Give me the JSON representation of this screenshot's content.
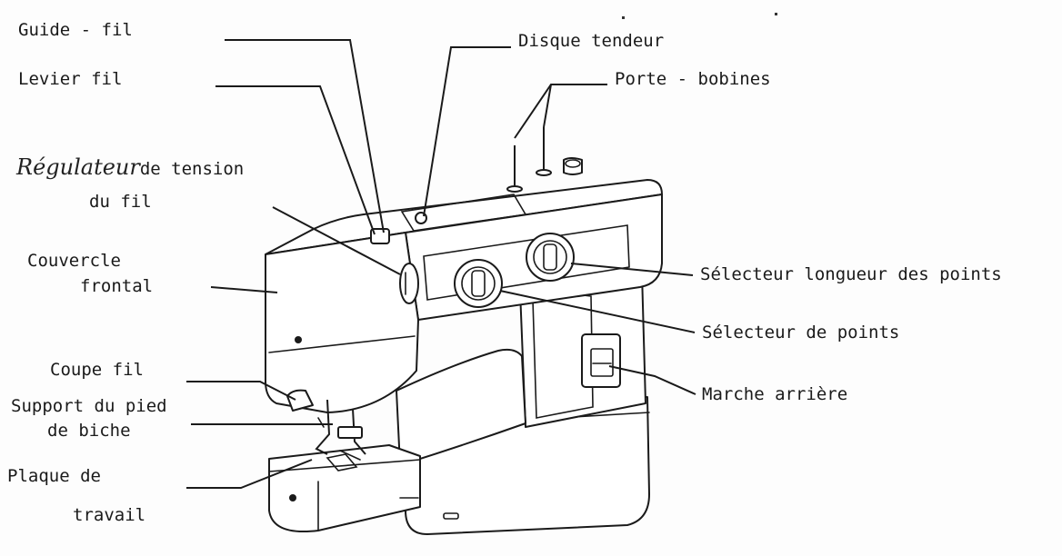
{
  "labels": {
    "guide_fil": "Guide - fil",
    "levier_fil": "Levier fil",
    "regulateur_hand": "Régulateur",
    "regulateur_rest": "de tension",
    "regulateur_line2": "du fil",
    "couvercle_line1": "Couvercle",
    "couvercle_line2": "frontal",
    "coupe_fil": "Coupe fil",
    "support_line1": "Support du pied",
    "support_line2": "de biche",
    "plaque_line1": "Plaque de",
    "plaque_line2": "travail",
    "disque_tendeur": "Disque tendeur",
    "porte_bobines": "Porte - bobines",
    "selecteur_longueur": "Sélecteur longueur des points",
    "selecteur_points": "Sélecteur de points",
    "marche_arriere": "Marche arrière"
  }
}
